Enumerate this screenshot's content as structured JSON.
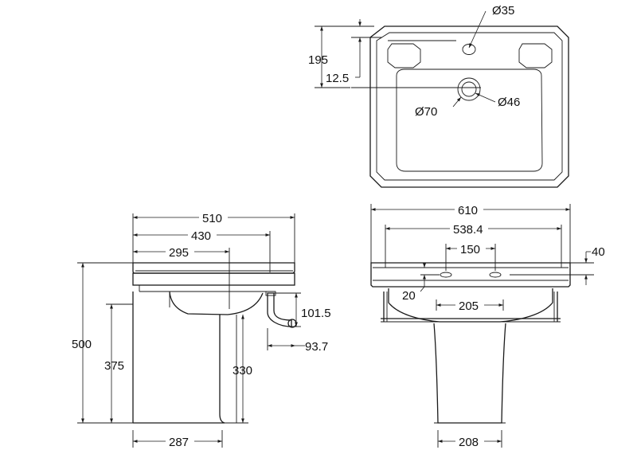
{
  "dimensions": {
    "plan_hole_diameter": "Ø35",
    "plan_back_depth": "195",
    "plan_rim_offset": "12.5",
    "plan_waste_outer": "Ø70",
    "plan_waste_inner": "Ø46",
    "side_width": "510",
    "side_basin_inner": "430",
    "side_waste_position": "295",
    "total_height": "500",
    "pedestal_height": "375",
    "trap_height": "330",
    "trap_drop": "101.5",
    "trap_projection": "93.7",
    "pedestal_depth": "287",
    "front_width": "610",
    "front_inner_width": "538.4",
    "tap_centres": "150",
    "rim_thickness": "40",
    "tap_height": "20",
    "rail_span": "205",
    "pedestal_width": "208"
  }
}
